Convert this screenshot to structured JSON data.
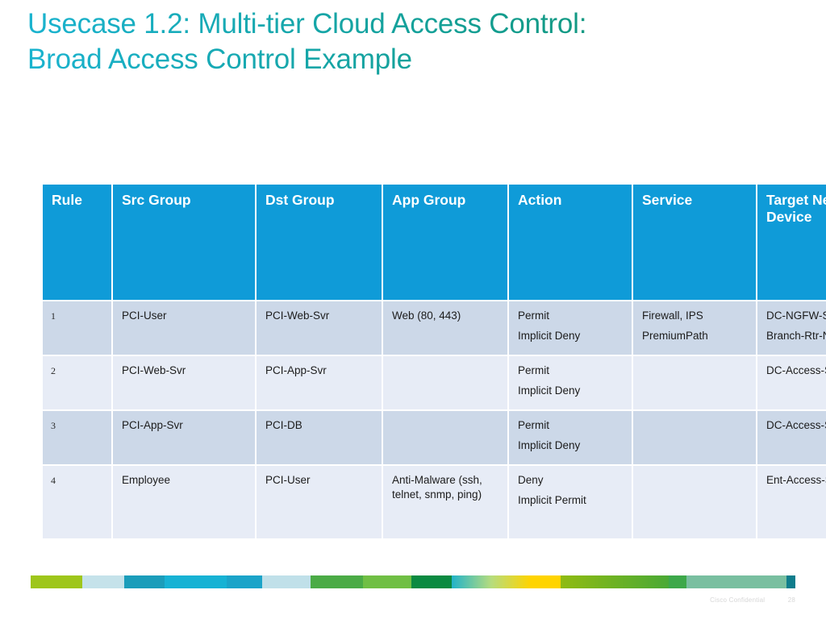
{
  "slide": {
    "title_line1": "Usecase 1.2: Multi-tier Cloud Access Control:",
    "title_line2": "Broad Access Control Example",
    "title_gradient_from": "#1ab3cf",
    "title_gradient_to": "#0f8f66"
  },
  "table": {
    "header_bg": "#0f9bd8",
    "header_color": "#ffffff",
    "row_band_dark": "#ccd8e8",
    "row_band_light": "#e7ecf6",
    "columns": [
      {
        "key": "rule",
        "label": "Rule"
      },
      {
        "key": "src",
        "label": "Src Group"
      },
      {
        "key": "dst",
        "label": "Dst Group"
      },
      {
        "key": "app",
        "label": "App Group"
      },
      {
        "key": "action",
        "label": "Action"
      },
      {
        "key": "service",
        "label": "Service"
      },
      {
        "key": "target",
        "label": "Target Network Device"
      }
    ],
    "rows": [
      {
        "rule": "1",
        "src": "PCI-User",
        "dst": "PCI-Web-Svr",
        "app": "Web (80, 443)",
        "action_line1": "Permit",
        "action_line2": "Implicit Deny",
        "service_line1": "Firewall, IPS",
        "service_line2": "PremiumPath",
        "target_line1": "DC-NGFW-SJ",
        "target_line2": "Branch-Rtr-NY"
      },
      {
        "rule": "2",
        "src": "PCI-Web-Svr",
        "dst": "PCI-App-Svr",
        "app": "",
        "action_line1": "Permit",
        "action_line2": "Implicit Deny",
        "service_line1": "",
        "service_line2": "",
        "target_line1": "DC-Access-SJ",
        "target_line2": ""
      },
      {
        "rule": "3",
        "src": "PCI-App-Svr",
        "dst": "PCI-DB",
        "app": "",
        "action_line1": "Permit",
        "action_line2": "Implicit Deny",
        "service_line1": "",
        "service_line2": "",
        "target_line1": "DC-Access-SJ",
        "target_line2": ""
      },
      {
        "rule": "4",
        "src": "Employee",
        "dst": "PCI-User",
        "app": "Anti-Malware (ssh, telnet, snmp, ping)",
        "action_line1": "Deny",
        "action_line2": "Implicit Permit",
        "service_line1": "",
        "service_line2": "",
        "target_line1": "Ent-Access-SJ",
        "target_line2": ""
      }
    ]
  },
  "footer": {
    "confidential": "Cisco Confidential",
    "page_number": "28",
    "color_bar": [
      {
        "w": 70,
        "color": "#9ec61b"
      },
      {
        "w": 57,
        "color": "#c5e2ea"
      },
      {
        "w": 55,
        "color": "#1b9dba"
      },
      {
        "w": 85,
        "color": "#17b2d4"
      },
      {
        "w": 48,
        "color": "#1ba4c9"
      },
      {
        "w": 66,
        "color": "#c0e0e9"
      },
      {
        "w": 72,
        "color": "#4bab46"
      },
      {
        "w": 65,
        "color": "#70bf44"
      },
      {
        "w": 55,
        "color": "#0b8a41"
      },
      {
        "w": 108,
        "color": "gradient:#23b3c9,#b6dc7e,#ffd400"
      },
      {
        "w": 40,
        "color": "#ffd400"
      },
      {
        "w": 148,
        "color": "gradient:#8fbb12,#4aa935"
      },
      {
        "w": 24,
        "color": "#3da84a"
      },
      {
        "w": 136,
        "color": "#79bfa0"
      },
      {
        "w": 12,
        "color": "#0f7d8c"
      }
    ]
  }
}
